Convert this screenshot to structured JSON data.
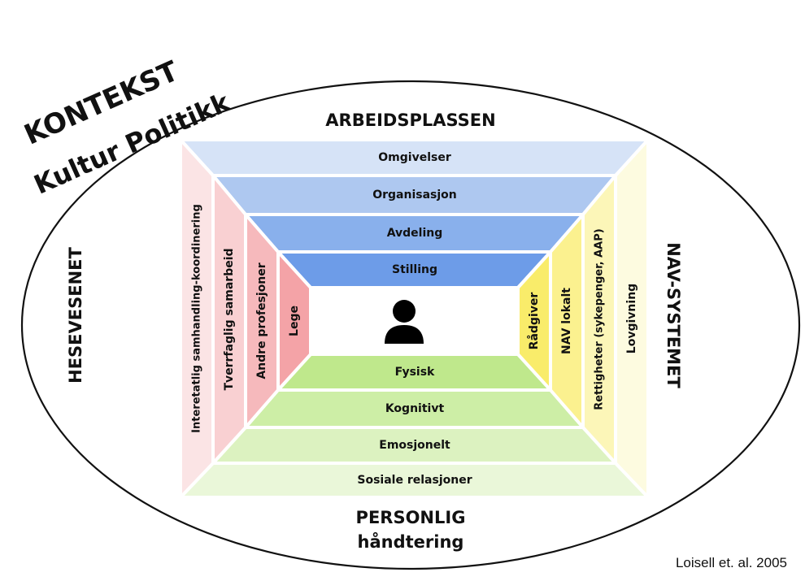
{
  "context": {
    "line1": "KONTEKST",
    "line2": "Kultur Politikk"
  },
  "sections": {
    "top": "ARBEIDSPLASSEN",
    "bottom_line1": "PERSONLIG",
    "bottom_line2": "håndtering",
    "left": "HESEVESENET",
    "right": "NAV-SYSTEMET"
  },
  "layers": {
    "top": [
      "Omgivelser",
      "Organisasjon",
      "Avdeling",
      "Stilling"
    ],
    "bottom": [
      "Sosiale relasjoner",
      "Emosjonelt",
      "Kognitivt",
      "Fysisk"
    ],
    "left": [
      "Interetatlig samhandling-koordinering",
      "Tverrfaglig samarbeid",
      "Andre profesjoner",
      "Lege"
    ],
    "right": [
      "Lovgivning",
      "Rettigheter (sykepenger, AAP)",
      "NAV lokalt",
      "Rådgiver"
    ]
  },
  "colors": {
    "top": [
      "#d6e3f7",
      "#aec8f0",
      "#89b0ec",
      "#6d9ce8"
    ],
    "bottom": [
      "#eaf7d9",
      "#dcf2c0",
      "#cdeea6",
      "#bfe88c"
    ],
    "left": [
      "#fbe4e5",
      "#f9d0d2",
      "#f6b9bc",
      "#f4a3a7"
    ],
    "right": [
      "#fdfbe0",
      "#fcf6b8",
      "#fbf18f",
      "#f9ec6a"
    ]
  },
  "center_icon": "person-icon",
  "citation": "Loisell et. al. 2005"
}
